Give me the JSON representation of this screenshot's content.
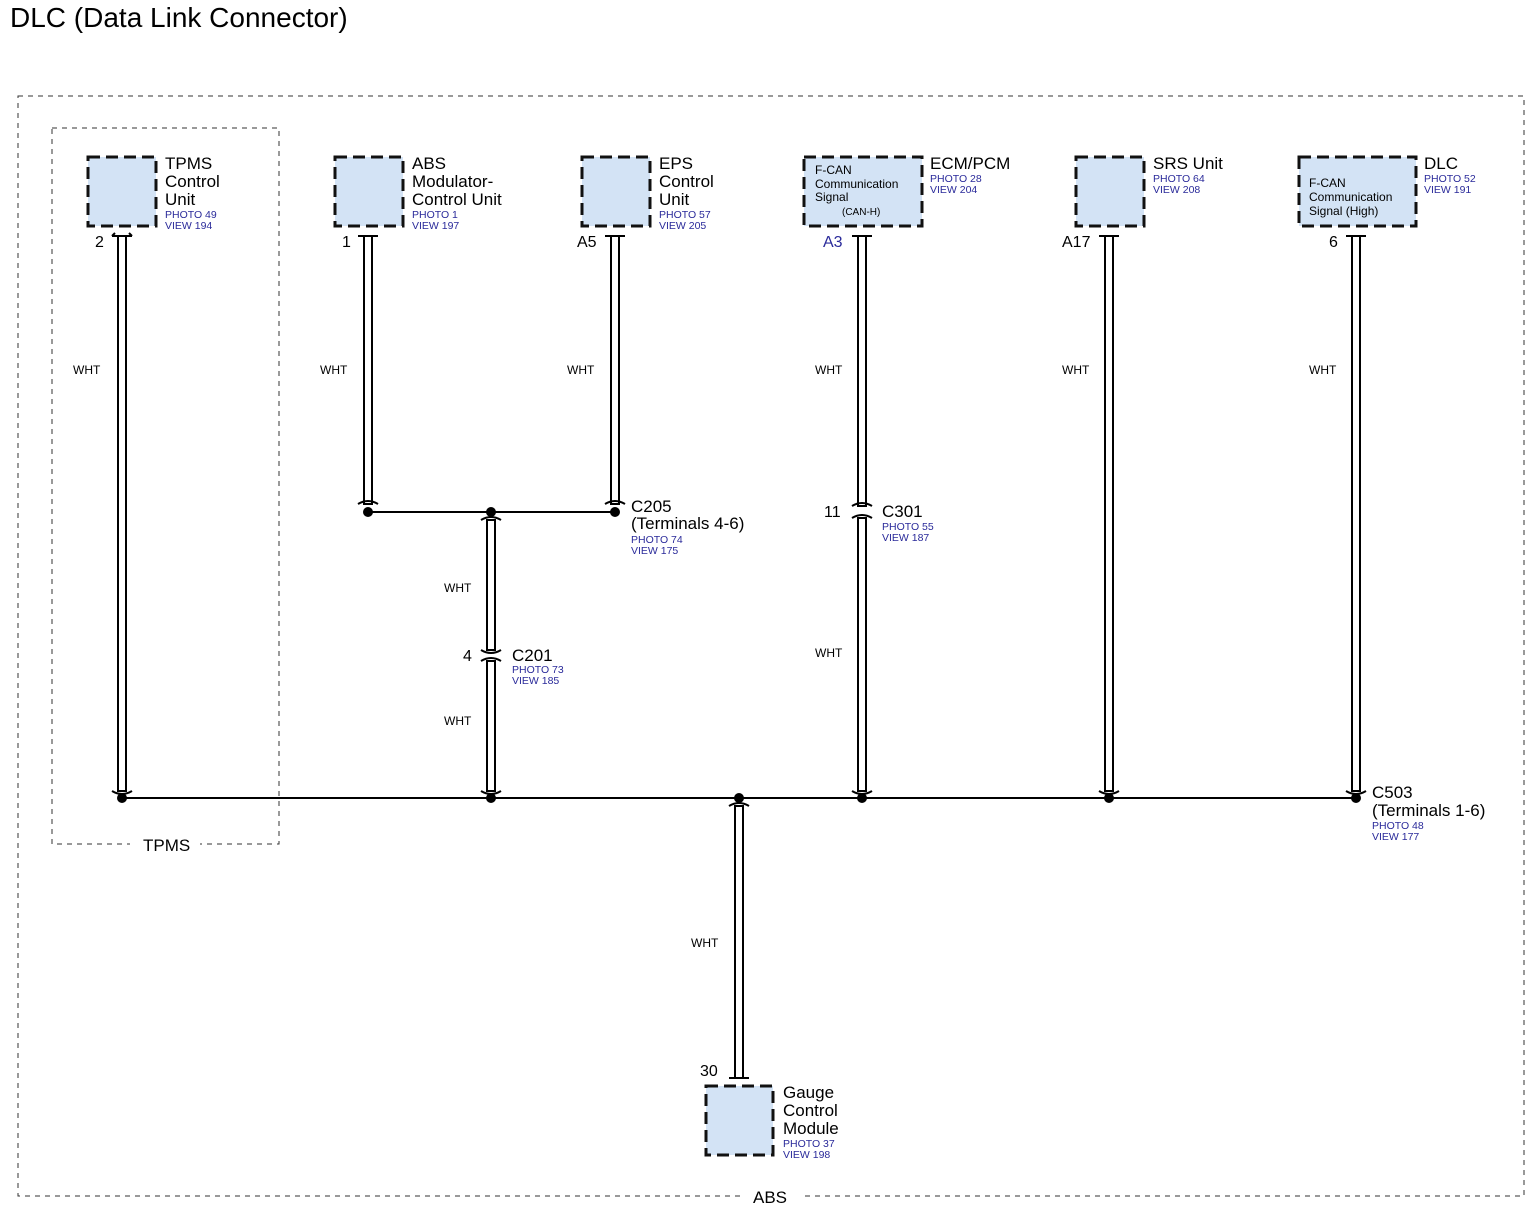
{
  "title": "DLC (Data Link Connector)",
  "outer_box_label": "ABS",
  "tpms_box_label": "TPMS",
  "accent_colors": {
    "component_fill": "#d3e3f5",
    "reference_text": "#2a2a9a",
    "highlight_pin": "#2a2a9a"
  },
  "wire_color_label": "WHT",
  "components": [
    {
      "name_lines": [
        "TPMS",
        "Control",
        "Unit"
      ],
      "photo": "PHOTO 49",
      "view": "VIEW 194",
      "pin": "2"
    },
    {
      "name_lines": [
        "ABS",
        "Modulator-",
        "Control Unit"
      ],
      "photo": "PHOTO 1",
      "view": "VIEW 197",
      "pin": "1"
    },
    {
      "name_lines": [
        "EPS",
        "Control",
        "Unit"
      ],
      "photo": "PHOTO 57",
      "view": "VIEW 205",
      "pin": "A5"
    },
    {
      "name_lines": [
        "ECM/PCM"
      ],
      "photo": "PHOTO 28",
      "view": "VIEW 204",
      "pin": "A3",
      "inner_lines": [
        "F-CAN",
        "Communication",
        "Signal",
        "(CAN-H)"
      ]
    },
    {
      "name_lines": [
        "SRS Unit"
      ],
      "photo": "PHOTO 64",
      "view": "VIEW 208",
      "pin": "A17"
    },
    {
      "name_lines": [
        "DLC"
      ],
      "photo": "PHOTO 52",
      "view": "VIEW 191",
      "pin": "6",
      "inner_lines": [
        "F-CAN",
        "Communication",
        "Signal (High)"
      ]
    },
    {
      "name_lines": [
        "Gauge",
        "Control",
        "Module"
      ],
      "photo": "PHOTO 37",
      "view": "VIEW 198",
      "pin": "30"
    }
  ],
  "connectors": [
    {
      "id": "C205",
      "detail": "(Terminals 4-6)",
      "photo": "PHOTO 74",
      "view": "VIEW 175"
    },
    {
      "id": "C201",
      "pin": "4",
      "photo": "PHOTO 73",
      "view": "VIEW 185"
    },
    {
      "id": "C301",
      "pin": "11",
      "photo": "PHOTO 55",
      "view": "VIEW 187"
    },
    {
      "id": "C503",
      "detail": "(Terminals 1-6)",
      "photo": "PHOTO 48",
      "view": "VIEW 177"
    }
  ]
}
